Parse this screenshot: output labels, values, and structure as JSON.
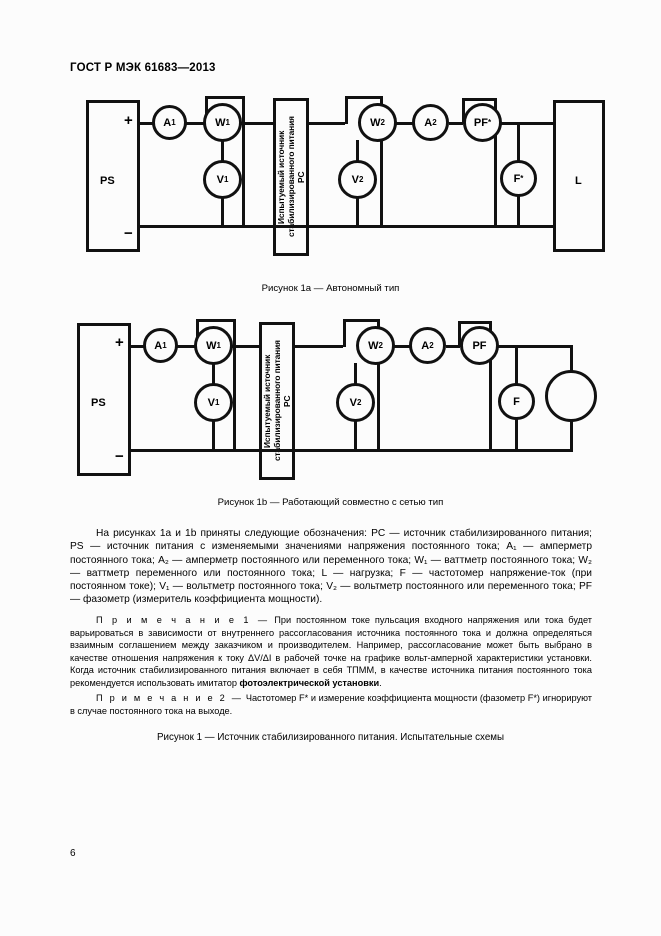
{
  "document": {
    "header": "ГОСТ Р МЭК 61683—2013",
    "page_number": "6"
  },
  "figure_1a": {
    "caption": "Рисунок 1a — Автономный тип",
    "ps_label": "PS",
    "plus": "+",
    "minus": "−",
    "pc_text": "Испытуемый источник\nстабилизированного питания\nPC",
    "load_label": "L",
    "meters": {
      "a1": "A",
      "a1_sub": "1",
      "w1": "W",
      "w1_sub": "1",
      "v1": "V",
      "v1_sub": "1",
      "w2": "W",
      "w2_sub": "2",
      "a2": "A",
      "a2_sub": "2",
      "v2": "V",
      "v2_sub": "2",
      "pf": "PF",
      "pf_sup": "*",
      "f": "F",
      "f_sup": "*"
    }
  },
  "figure_1b": {
    "caption": "Рисунок 1b — Работающий совместно с сетью тип",
    "ps_label": "PS",
    "plus": "+",
    "minus": "−",
    "pc_text": "Испытуемый источник\nстабилизированного питания\nPC",
    "meters": {
      "a1": "A",
      "a1_sub": "1",
      "w1": "W",
      "w1_sub": "1",
      "v1": "V",
      "v1_sub": "1",
      "w2": "W",
      "w2_sub": "2",
      "a2": "A",
      "a2_sub": "2",
      "v2": "V",
      "v2_sub": "2",
      "pf": "PF",
      "f": "F",
      "grid": ""
    }
  },
  "body": {
    "legend_paragraph": "На рисунках 1a и 1b приняты следующие обозначения: PC — источник стабилизированного питания; PS — источник питания с изменяемыми значениями напряжения постоянного тока; A₁ — амперметр постоянного тока; A₂ — амперметр постоянного или переменного тока; W₁ — ваттметр постоянного тока; W₂ — ваттметр переменного или постоянного тока; L — нагрузка; F — частотомер напряжение-ток (при постоянном токе); V₁ — вольтметр постоянного тока; V₂ — вольтметр постоянного или переменного тока; PF — фазометр (измеритель коэффициента мощности)."
  },
  "note_1": {
    "lead": "П р и м е ч а н и е  1 —",
    "text_part1": " При постоянном токе пульсация входного напряжения или тока будет варьироваться в зависимости от внутреннего рассогласования источника постоянного тока и должна определяться взаимным соглашением между заказчиком и производителем. Например, рассогласование может быть выбрано в качестве отношения напряжения к току  ΔV/ΔI в рабочей точке на графике вольт-амперной характеристики установки. Когда источник стабилизированного питания включает в себя ТПММ, в качестве источника питания постоянного тока рекомендуется использовать имитатор ",
    "bold_part": "фотоэлектрической установки",
    "text_part2": "."
  },
  "note_2": {
    "lead": "П р и м е ч а н и е  2 —",
    "text": " Частотомер F* и измерение коэффициента мощности (фазометр F*) игнорируют в случае постоянного тока на выходе."
  },
  "main_caption": {
    "text": "Рисунок  1 — Источник стабилизированного питания. Испытательные схемы"
  }
}
